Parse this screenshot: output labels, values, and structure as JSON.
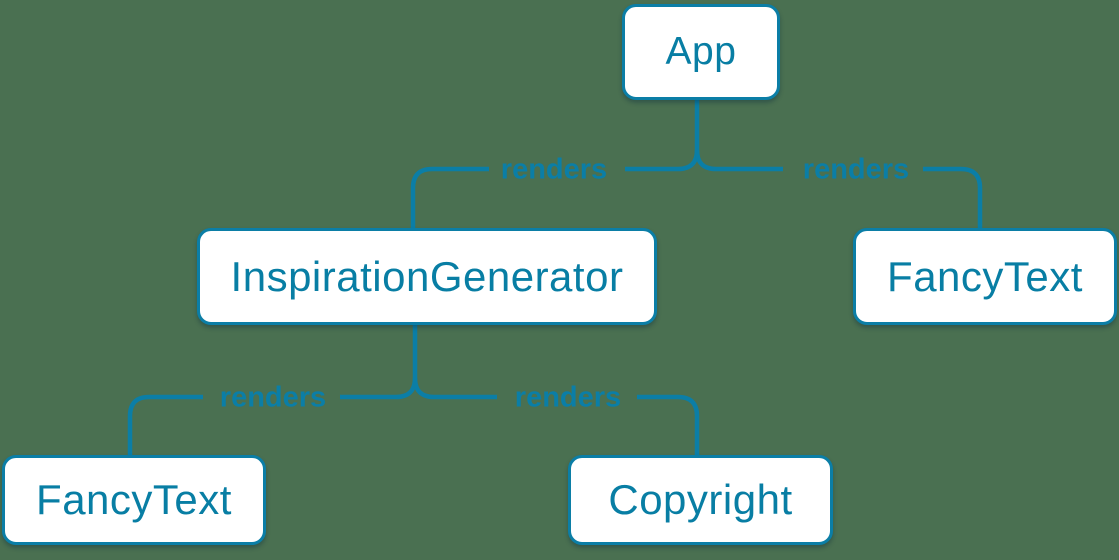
{
  "diagram": {
    "type": "tree",
    "description": "React render tree diagram",
    "colors": {
      "background": "#4a7051",
      "accent": "#0b7ea6",
      "node_text": "#087ea4",
      "node_fill": "#ffffff"
    },
    "nodes": [
      {
        "id": "app",
        "label": "App"
      },
      {
        "id": "inspiration-generator",
        "label": "InspirationGenerator"
      },
      {
        "id": "fancy-text-top",
        "label": "FancyText"
      },
      {
        "id": "fancy-text-bottom",
        "label": "FancyText"
      },
      {
        "id": "copyright",
        "label": "Copyright"
      }
    ],
    "edges": [
      {
        "from": "App",
        "to": "InspirationGenerator",
        "label": "renders"
      },
      {
        "from": "App",
        "to": "FancyText",
        "label": "renders"
      },
      {
        "from": "InspirationGenerator",
        "to": "FancyText",
        "label": "renders"
      },
      {
        "from": "InspirationGenerator",
        "to": "Copyright",
        "label": "renders"
      }
    ]
  }
}
